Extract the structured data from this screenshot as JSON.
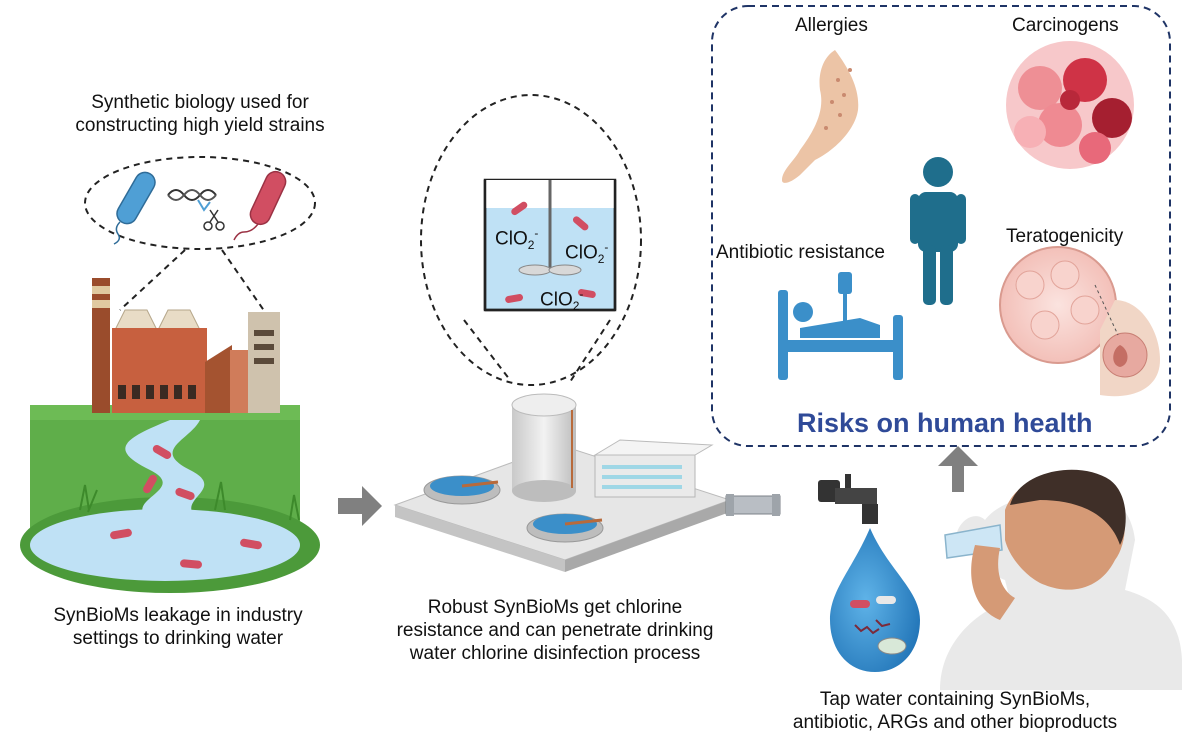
{
  "panels": {
    "synthetic": {
      "title_line1": "Synthetic biology used for",
      "title_line2": "constructing high yield strains"
    },
    "factory": {
      "caption_line1": "SynBioMs leakage in industry",
      "caption_line2": "settings to drinking water"
    },
    "treatment": {
      "caption_line1": "Robust SynBioMs get chlorine",
      "caption_line2": "resistance and can penetrate drinking",
      "caption_line3": "water chlorine disinfection process",
      "chem_base": "ClO",
      "chem_sub": "2",
      "chem_sup": "-"
    },
    "risks": {
      "title": "Risks on human health",
      "allergies": "Allergies",
      "carcinogens": "Carcinogens",
      "antibiotic_resistance": "Antibiotic resistance",
      "teratogenicity": "Teratogenicity"
    },
    "tap": {
      "caption_line1": "Tap water containing SynBioMs,",
      "caption_line2": "antibiotic, ARGs and other bioproducts"
    }
  },
  "colors": {
    "risk_title": "#2f4a98",
    "person": "#1f6e8c",
    "hospital": "#3b8fc9",
    "arrow": "#808080",
    "water_light": "#bfe1f5",
    "water_drop": "#2a84c8",
    "grass": "#5fae4a",
    "bacteria_red": "#d14e62",
    "bacteria_blue": "#4f9fd5",
    "factory_brick": "#b9563a",
    "cancer_red": "#d9475a"
  },
  "icons": [
    "bacterium-icon",
    "dna-icon",
    "scissors-icon",
    "factory-icon",
    "river-icon",
    "reactor-icon",
    "treatment-plant-icon",
    "pipe-icon",
    "faucet-icon",
    "water-drop-icon",
    "arm-rash-icon",
    "cancer-cells-icon",
    "person-icon",
    "hospital-bed-icon",
    "fetus-icon",
    "drinking-person-icon"
  ]
}
